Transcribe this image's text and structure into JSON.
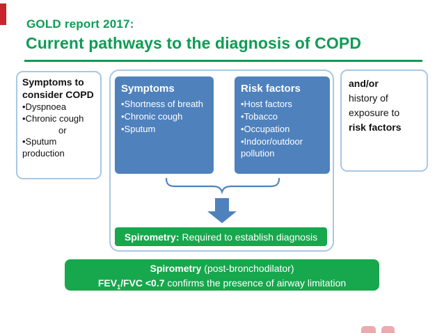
{
  "slide": {
    "header": {
      "kicker": "GOLD report 2017:",
      "title": "Current pathways to the diagnosis of COPD"
    },
    "left_box": {
      "heading": "Symptoms to consider COPD",
      "bullets": [
        "•Dyspnoea",
        "•Chronic cough"
      ],
      "or_label": "or",
      "bullet_last": "•Sputum production"
    },
    "symptoms_box": {
      "heading": "Symptoms",
      "bullets": [
        "•Shortness of breath",
        "•Chronic cough",
        "•Sputum"
      ]
    },
    "risk_box": {
      "heading": "Risk factors",
      "bullets": [
        "•Host factors",
        "•Tobacco",
        "•Occupation",
        "•Indoor/outdoor pollution"
      ]
    },
    "right_box": {
      "line1": "and/or",
      "line2": "history of",
      "line3": "exposure to",
      "line4": "risk factors"
    },
    "spiro_bar": {
      "label_bold": "Spirometry:",
      "label_rest": "Required to establish diagnosis"
    },
    "bottom_box": {
      "line1_bold": "Spirometry",
      "line1_rest": " (post-bronchodilator)",
      "fev_pre": "FEV",
      "fev_sub": "1",
      "fev_post": "/FVC <0.7",
      "line2_rest": " confirms the presence of airway limitation"
    },
    "colors": {
      "title_green": "#0f9b55",
      "bar_green": "#17a74d",
      "box_blue": "#4f81bd",
      "border_blue": "#a9c7e7",
      "accent_red": "#c9252c"
    }
  }
}
